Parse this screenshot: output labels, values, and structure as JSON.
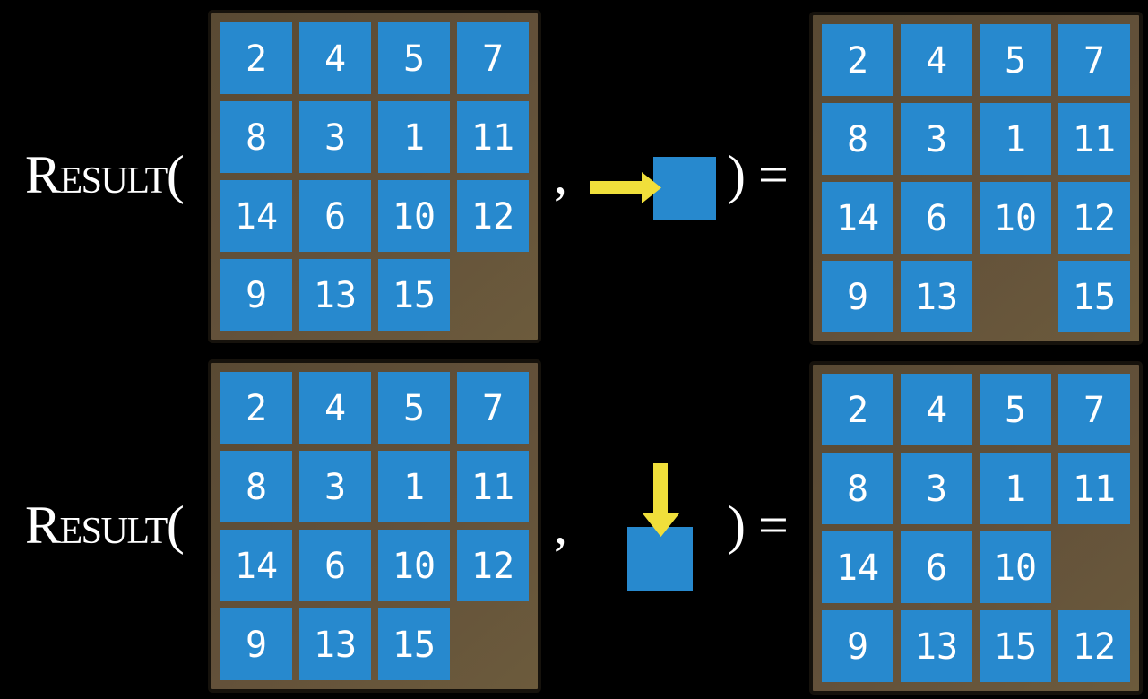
{
  "expression": {
    "function_name": "Result",
    "open_paren": "(",
    "comma": ",",
    "close_paren": ")",
    "equals": "="
  },
  "colors": {
    "background": "#000000",
    "board_frame": "#63513A",
    "board_border": "#16120C",
    "tile": "#2789CE",
    "tile_text": "#FFFFFF",
    "arrow": "#F0DF3B"
  },
  "examples": [
    {
      "action": "slide-tile-right",
      "action_icon": "slide-right-arrow-icon",
      "before_grid": [
        [
          "2",
          "4",
          "5",
          "7"
        ],
        [
          "8",
          "3",
          "1",
          "11"
        ],
        [
          "14",
          "6",
          "10",
          "12"
        ],
        [
          "9",
          "13",
          "15",
          ""
        ]
      ],
      "after_grid": [
        [
          "2",
          "4",
          "5",
          "7"
        ],
        [
          "8",
          "3",
          "1",
          "11"
        ],
        [
          "14",
          "6",
          "10",
          "12"
        ],
        [
          "9",
          "13",
          "",
          "15"
        ]
      ]
    },
    {
      "action": "slide-tile-down",
      "action_icon": "slide-down-arrow-icon",
      "before_grid": [
        [
          "2",
          "4",
          "5",
          "7"
        ],
        [
          "8",
          "3",
          "1",
          "11"
        ],
        [
          "14",
          "6",
          "10",
          "12"
        ],
        [
          "9",
          "13",
          "15",
          ""
        ]
      ],
      "after_grid": [
        [
          "2",
          "4",
          "5",
          "7"
        ],
        [
          "8",
          "3",
          "1",
          "11"
        ],
        [
          "14",
          "6",
          "10",
          ""
        ],
        [
          "9",
          "13",
          "15",
          "12"
        ]
      ]
    }
  ]
}
